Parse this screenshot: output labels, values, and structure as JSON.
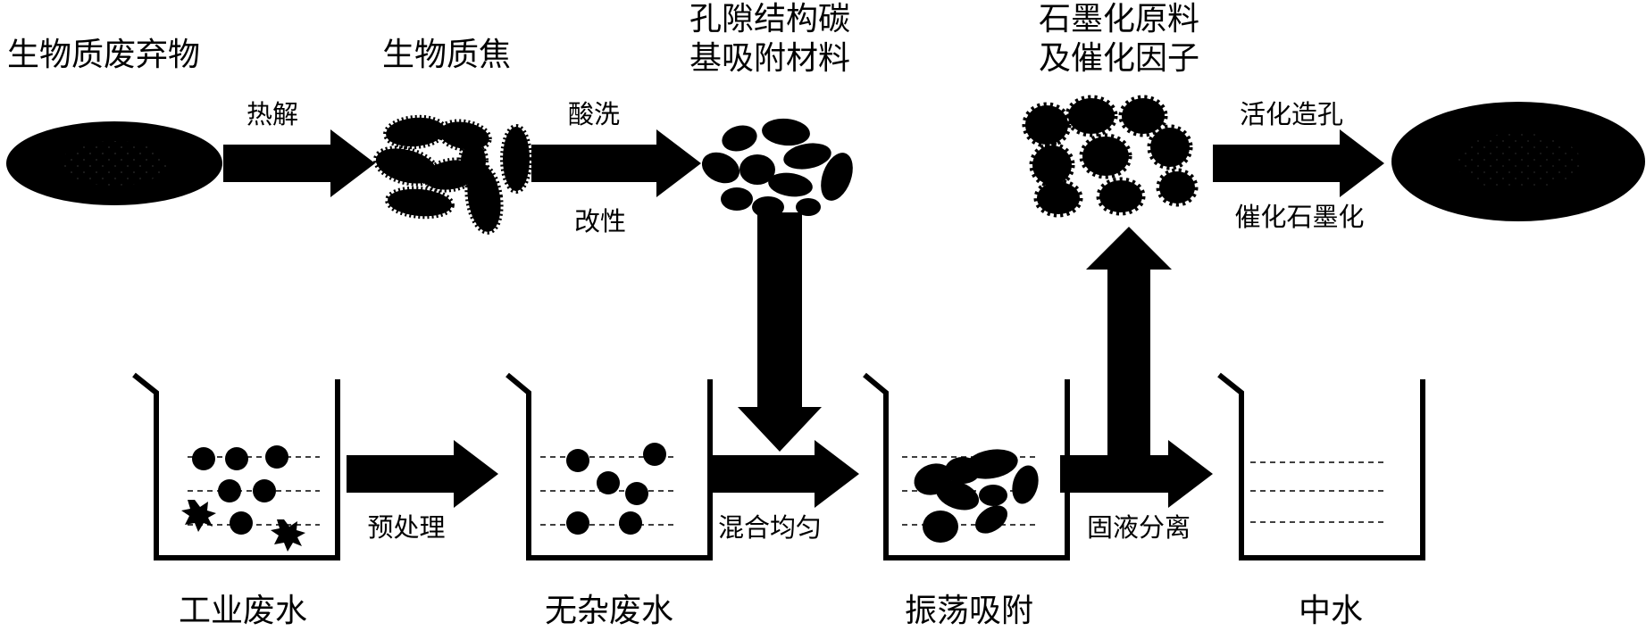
{
  "top_row": {
    "biomass_waste": "生物质废弃物",
    "biochar": "生物质焦",
    "porous_carbon": [
      "孔隙结构碳",
      "基吸附材料"
    ],
    "graphitization_feed": [
      "石墨化原料",
      "及催化因子"
    ]
  },
  "arrow_labels": {
    "pyrolysis": "热解",
    "acid_wash": "酸洗",
    "modification": "改性",
    "activation": "活化造孔",
    "catalytic_graphitization": "催化石墨化",
    "pretreatment": "预处理",
    "mixing": "混合均匀",
    "separation": "固液分离"
  },
  "bottom_row": {
    "industrial_wastewater": "工业废水",
    "clean_wastewater": "无杂废水",
    "oscillation_adsorption": "振荡吸附",
    "reclaimed_water": "中水"
  },
  "colors": {
    "ink": "#000000",
    "paper": "#ffffff",
    "speckle": "#3a3a3a"
  }
}
